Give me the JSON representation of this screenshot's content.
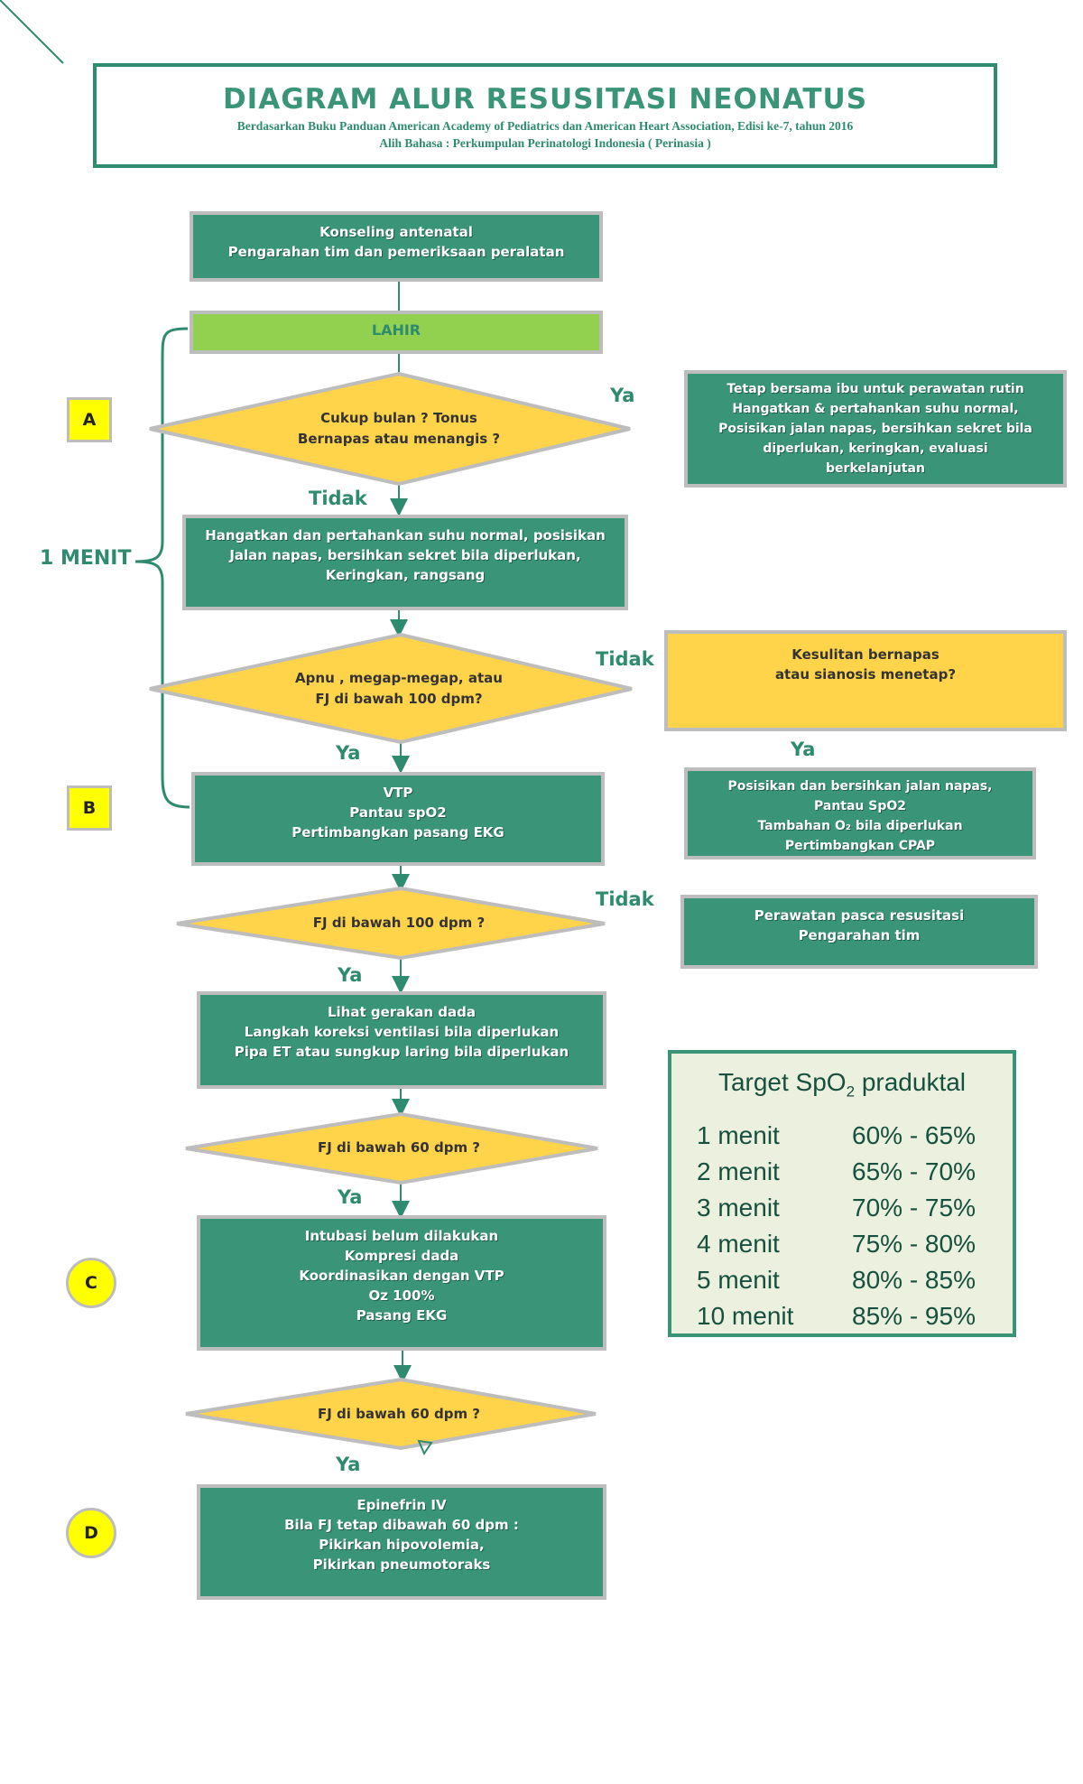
{
  "header": {
    "title": "DIAGRAM ALUR RESUSITASI NEONATUS",
    "subtitle": "Berdasarkan Buku Panduan American Academy of Pediatrics dan American Heart Association, Edisi ke-7, tahun 2016",
    "translation": "Alih Bahasa : Perkumpulan Perinatologi Indonesia ( Perinasia )"
  },
  "steps": {
    "antenatal": [
      "Konseling antenatal",
      "Pengarahan tim dan pemeriksaan peralatan"
    ],
    "lahir": "LAHIR",
    "q1": [
      "Cukup bulan ? Tonus",
      "Bernapas atau menangis ?"
    ],
    "routine": [
      "Tetap bersama ibu untuk perawatan rutin",
      "Hangatkan & pertahankan suhu normal,",
      "Posisikan jalan napas, bersihkan sekret bila",
      "diperlukan, keringkan, evaluasi",
      "berkelanjutan"
    ],
    "warm": [
      "Hangatkan dan pertahankan suhu normal, posisikan",
      "Jalan napas, bersihkan sekret bila diperlukan,",
      "Keringkan, rangsang"
    ],
    "q2": [
      "Apnu , megap-megap, atau",
      "FJ di bawah 100 dpm?"
    ],
    "q_breath": [
      "Kesulitan bernapas",
      "atau sianosis menetap?"
    ],
    "vtp": [
      "VTP",
      "Pantau spO2",
      "Pertimbangkan pasang EKG"
    ],
    "cpap": [
      "Posisikan dan bersihkan jalan napas,",
      "Pantau SpO2",
      "Tambahan O₂ bila diperlukan",
      "Pertimbangkan CPAP"
    ],
    "q3": "FJ di bawah 100 dpm ?",
    "post": [
      "Perawatan pasca resusitasi",
      "Pengarahan tim"
    ],
    "ventilation": [
      "Lihat gerakan dada",
      "Langkah koreksi ventilasi bila diperlukan",
      "Pipa ET atau sungkup laring bila diperlukan"
    ],
    "q4": "FJ di bawah 60 dpm ?",
    "compress": [
      "Intubasi belum dilakukan",
      "Kompresi dada",
      "Koordinasikan dengan VTP",
      "Oz 100%",
      "Pasang EKG"
    ],
    "q5": "FJ di bawah 60 dpm ?",
    "epinefrin": [
      "Epinefrin IV",
      "Bila FJ tetap dibawah 60 dpm :",
      "Pikirkan hipovolemia,",
      "Pikirkan pneumotoraks"
    ]
  },
  "labels": {
    "ya": "Ya",
    "tidak": "Tidak",
    "one_minute": "1 MENIT",
    "a": "A",
    "b": "B",
    "c": "C",
    "d": "D"
  },
  "spo2": {
    "title_prefix": "Target SpO",
    "title_sub": "2",
    "title_suffix": " praduktal",
    "rows": [
      {
        "time": "1 menit",
        "range": "60% - 65%"
      },
      {
        "time": "2 menit",
        "range": "65% - 70%"
      },
      {
        "time": "3 menit",
        "range": "70% - 75%"
      },
      {
        "time": "4 menit",
        "range": "75% - 80%"
      },
      {
        "time": "5 menit",
        "range": "80% - 85%"
      },
      {
        "time": "10 menit",
        "range": "85% - 95%"
      }
    ]
  },
  "colors": {
    "green": "#3a9478",
    "light_green": "#92d050",
    "yellow_diamond": "#ffd34a",
    "marker_yellow": "#ffff00",
    "spo2_bg": "#ebf1de"
  }
}
